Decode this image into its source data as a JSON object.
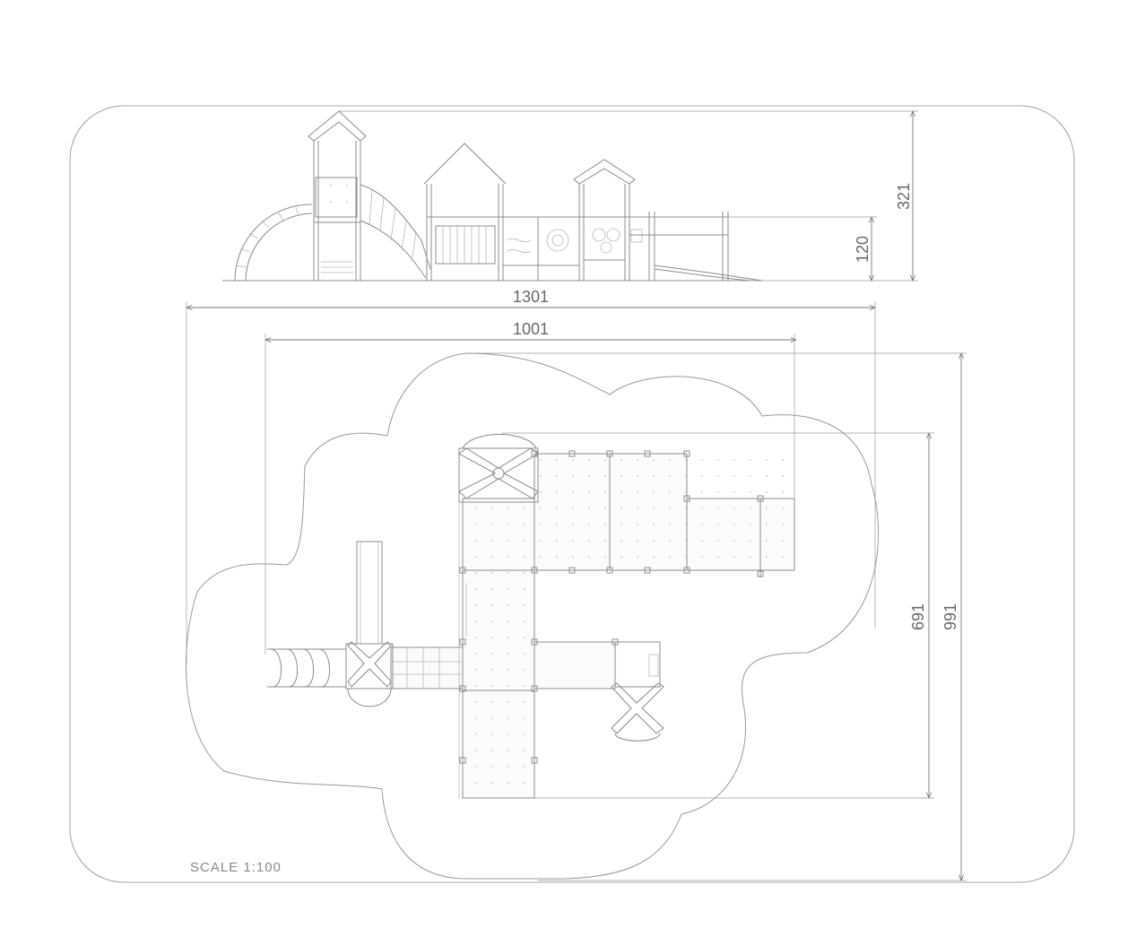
{
  "drawing": {
    "scale_label": "SCALE 1:100"
  },
  "elevation": {
    "height_total": "321",
    "height_platform": "120"
  },
  "plan": {
    "width_total": "1301",
    "width_structure": "1001",
    "depth_structure": "691",
    "depth_total": "991"
  },
  "colors": {
    "line": "#8c8c8c",
    "dimension": "#7a7a7a",
    "text": "#6a6a6a",
    "background": "#ffffff"
  }
}
